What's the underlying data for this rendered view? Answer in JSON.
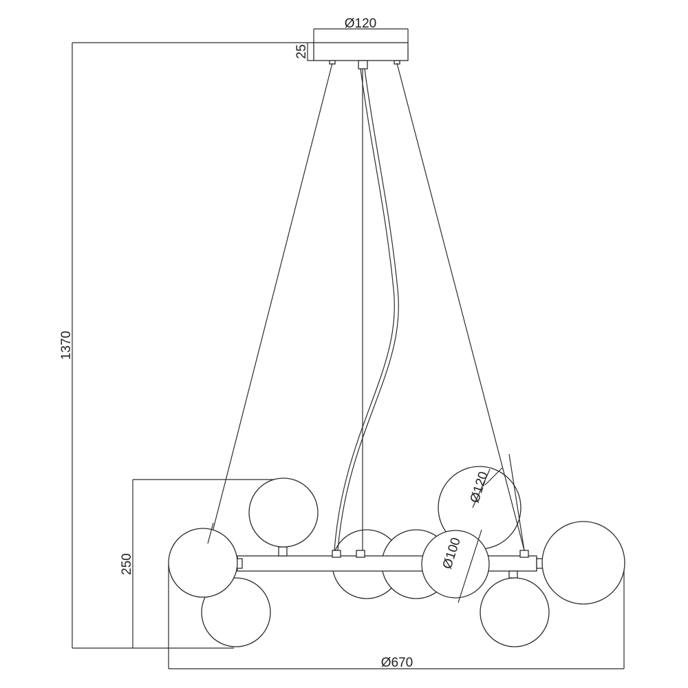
{
  "drawing": {
    "canopy_diameter": "Ø120",
    "canopy_height": "25",
    "overall_height": "1370",
    "body_height": "250",
    "overall_diameter": "Ø670",
    "large_globe_diameter": "Ø120",
    "small_globe_diameter": "Ø100"
  }
}
